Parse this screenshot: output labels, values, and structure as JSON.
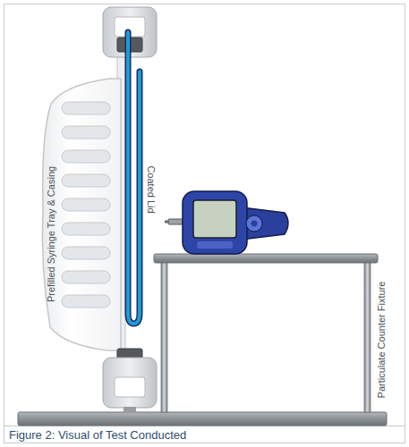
{
  "diagram": {
    "caption": "Figure 2: Visual of Test Conducted",
    "labels": [
      "Coated Lid",
      "Prefilled Syringe Tray & Casing",
      "Particulate Counter Fixture"
    ]
  }
}
